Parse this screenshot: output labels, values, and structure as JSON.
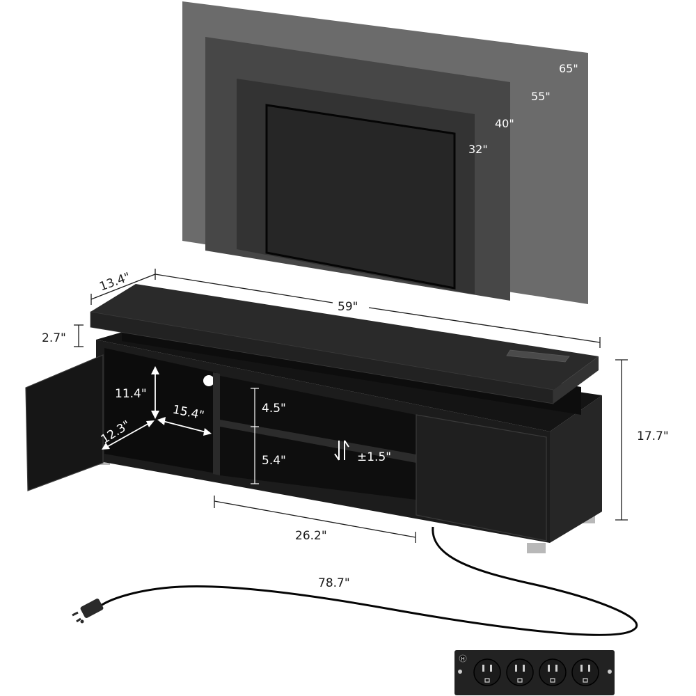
{
  "colors": {
    "background": "#ffffff",
    "tv_65": "#6b6b6b",
    "tv_55": "#474747",
    "tv_40": "#333333",
    "tv_32": "#262626",
    "cabinet_top": "#2a2a2a",
    "cabinet_front": "#1e1e1e",
    "cabinet_interior": "#0f0f0f",
    "legs": "#b8b8b8",
    "dimension_line": "#1a1a1a",
    "label_dark": "#1a1a1a",
    "label_light": "#ffffff"
  },
  "tv_sizes": [
    {
      "label": "65\"",
      "size": 65
    },
    {
      "label": "55\"",
      "size": 55
    },
    {
      "label": "40\"",
      "size": 40
    },
    {
      "label": "32\"",
      "size": 32
    }
  ],
  "dimensions": {
    "depth": "13.4\"",
    "width": "59\"",
    "top_gap": "2.7\"",
    "height": "17.7\"",
    "cabinet_interior_height": "11.4\"",
    "cabinet_interior_width": "15.4\"",
    "cabinet_interior_depth": "12.3\"",
    "open_shelf_upper": "4.5\"",
    "open_shelf_lower": "5.4\"",
    "shelf_adjustment": "±1.5\"",
    "open_compartment_width": "26.2\"",
    "cord_length": "78.7\""
  },
  "power_strip": {
    "outlet_count": 4,
    "logo_glyph": "H"
  }
}
